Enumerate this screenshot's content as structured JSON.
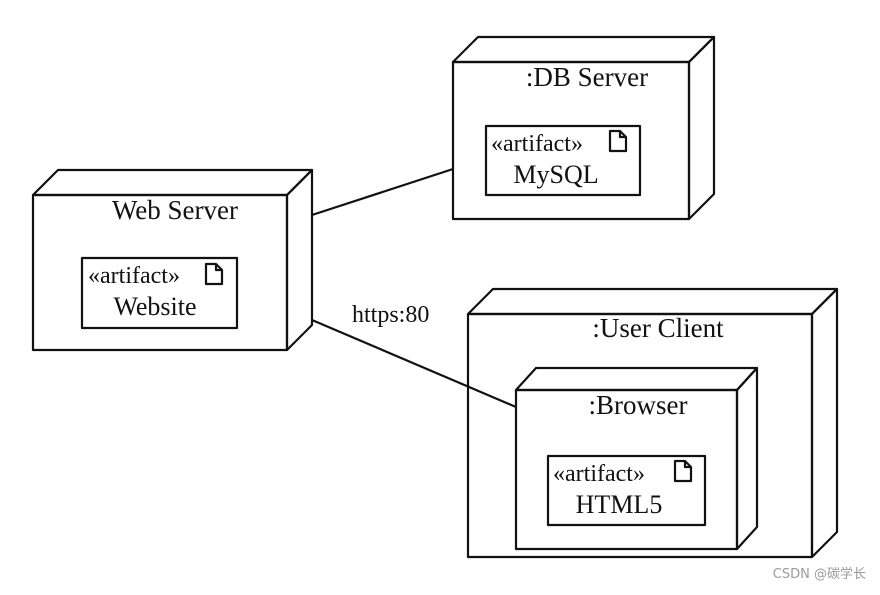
{
  "nodes": {
    "web_server": {
      "title": "Web Server",
      "artifact": {
        "stereotype": "«artifact»",
        "name": "Website"
      }
    },
    "db_server": {
      "title": ":DB Server",
      "artifact": {
        "stereotype": "«artifact»",
        "name": "MySQL"
      }
    },
    "user_client": {
      "title": ":User Client"
    },
    "browser": {
      "title": ":Browser",
      "artifact": {
        "stereotype": "«artifact»",
        "name": "HTML5"
      }
    }
  },
  "connections": [
    {
      "from": "Web Server",
      "to": ":DB Server",
      "label": ""
    },
    {
      "from": "Web Server",
      "to": ":Browser",
      "label": "https:80"
    }
  ],
  "watermark": "CSDN @碳学长"
}
